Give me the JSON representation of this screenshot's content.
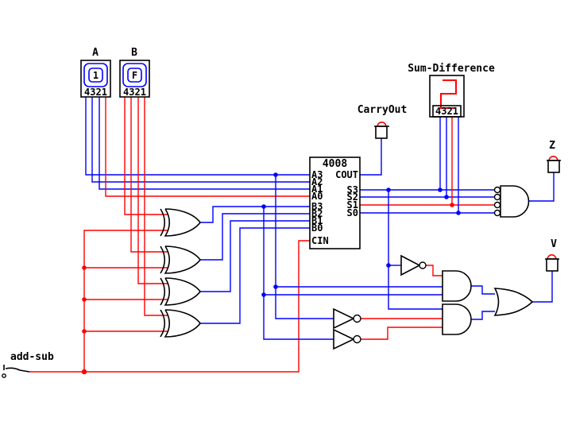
{
  "colors": {
    "low": "#0000ff",
    "high": "#ff0000",
    "component": "#0000ff"
  },
  "inputs": {
    "keypad_a": {
      "label": "A",
      "value": "1",
      "pins": "4321"
    },
    "keypad_b": {
      "label": "B",
      "value": "F",
      "pins": "4321"
    },
    "add_sub_switch": {
      "label": "add-sub"
    }
  },
  "outputs": {
    "sum_display": {
      "label": "Sum-Difference",
      "value": "2",
      "pins": "4321"
    },
    "carry_out_led": {
      "label": "CarryOut"
    },
    "zero_led": {
      "label": "Z"
    },
    "overflow_led": {
      "label": "V"
    }
  },
  "adder_chip": {
    "title": "4008",
    "left_pins": [
      "A3",
      "A2",
      "A1",
      "A0",
      "B3",
      "B2",
      "B1",
      "B0",
      "CIN"
    ],
    "right_pins": [
      "COUT",
      "S3",
      "S2",
      "S1",
      "S0"
    ]
  }
}
